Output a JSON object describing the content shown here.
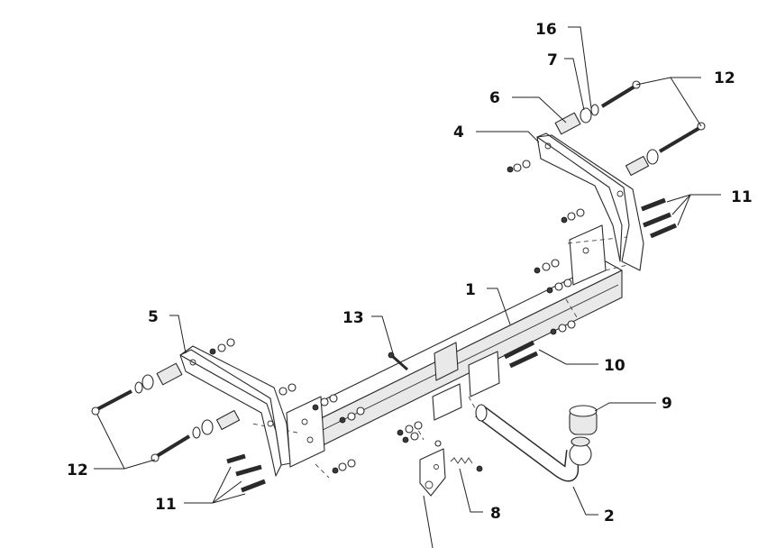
{
  "diagram": {
    "callouts": [
      {
        "id": "c16",
        "label": "16"
      },
      {
        "id": "c7",
        "label": "7"
      },
      {
        "id": "c6",
        "label": "6"
      },
      {
        "id": "c4",
        "label": "4"
      },
      {
        "id": "c12a",
        "label": "12"
      },
      {
        "id": "c11a",
        "label": "11"
      },
      {
        "id": "c1",
        "label": "1"
      },
      {
        "id": "c5",
        "label": "5"
      },
      {
        "id": "c13",
        "label": "13"
      },
      {
        "id": "c10",
        "label": "10"
      },
      {
        "id": "c9",
        "label": "9"
      },
      {
        "id": "c12b",
        "label": "12"
      },
      {
        "id": "c11b",
        "label": "11"
      },
      {
        "id": "c8",
        "label": "8"
      },
      {
        "id": "c2",
        "label": "2"
      }
    ]
  }
}
